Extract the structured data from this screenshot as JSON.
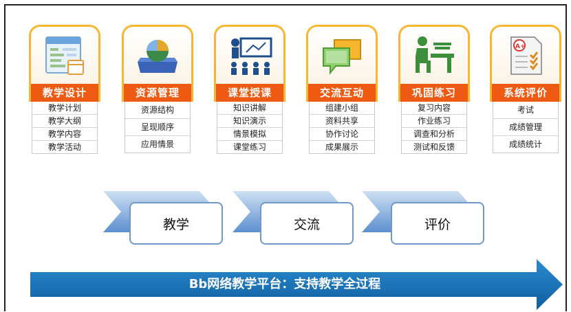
{
  "modules": [
    {
      "title": "教学设计",
      "items": [
        "教学计划",
        "教学大纲",
        "教学内容",
        "教学活动"
      ]
    },
    {
      "title": "资源管理",
      "items": [
        "资源结构",
        "呈现顺序",
        "应用情景"
      ]
    },
    {
      "title": "课堂授课",
      "items": [
        "知识讲解",
        "知识演示",
        "情景模拟",
        "课堂练习"
      ]
    },
    {
      "title": "交流互动",
      "items": [
        "组建小组",
        "资料共享",
        "协作讨论",
        "成果展示"
      ]
    },
    {
      "title": "巩固练习",
      "items": [
        "复习内容",
        "作业练习",
        "调查和分析",
        "测试和反馈"
      ]
    },
    {
      "title": "系统评价",
      "items": [
        "考试",
        "成绩管理",
        "成绩统计"
      ]
    }
  ],
  "stages": [
    "教学",
    "交流",
    "评价"
  ],
  "banner": "Bb网络教学平台：支持教学全过程",
  "icons": [
    "calendar-icon",
    "database-icon",
    "classroom-icon",
    "chat-bubbles-icon",
    "student-desk-icon",
    "graded-checklist-icon"
  ],
  "colors": {
    "accent_orange": "#ee5a12",
    "frame_gold": "#f6b72e",
    "flow_blue": "#1a75bc"
  }
}
